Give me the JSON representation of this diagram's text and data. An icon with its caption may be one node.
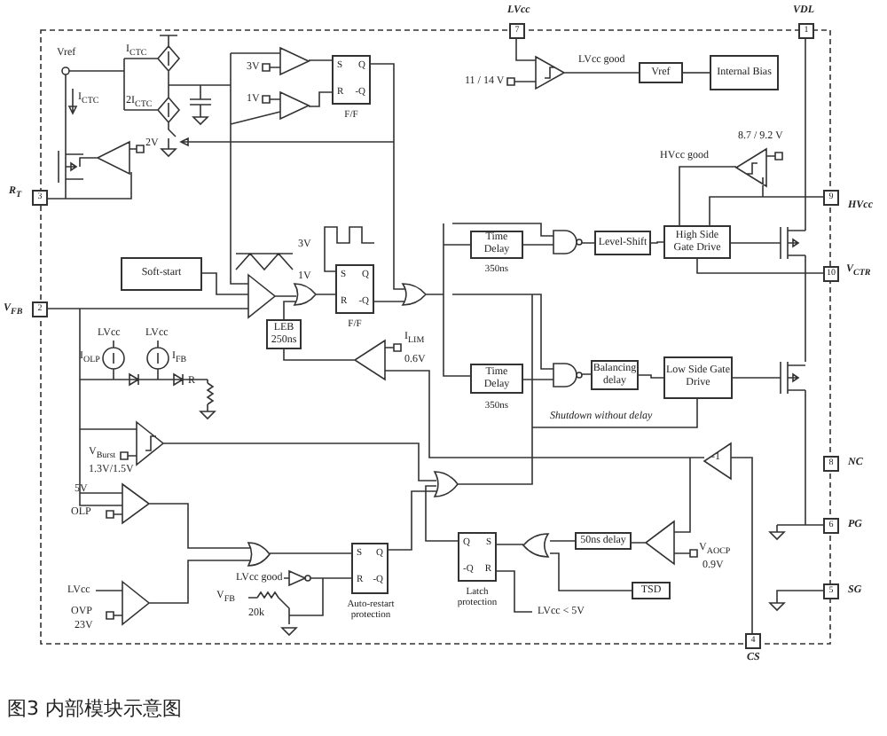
{
  "diagram": {
    "caption": "图3 内部模块示意图",
    "nodes": [
      {
        "text": [
          "S",
          "Q",
          "R",
          "-Q"
        ],
        "beside": [
          "F/F"
        ]
      },
      {
        "text": [
          "Vref"
        ]
      },
      {
        "text": [
          "Internal Bias"
        ]
      },
      {
        "text": [
          "Soft-start"
        ]
      },
      {
        "text": [
          "S",
          "Q",
          "R",
          "-Q"
        ],
        "beside": [
          "F/F"
        ]
      },
      {
        "text": [
          "Time Delay"
        ],
        "beside": [
          "350ns"
        ]
      },
      {
        "text": [
          "Level-Shift"
        ]
      },
      {
        "text": [
          "High Side Gate Drive"
        ]
      },
      {
        "text": [
          "LEB 250ns"
        ]
      },
      {
        "text": [
          "Time Delay"
        ],
        "beside": [
          "350ns"
        ]
      },
      {
        "text": [
          "Balancing delay"
        ]
      },
      {
        "text": [
          "Low Side Gate Drive"
        ]
      },
      {
        "text": [
          "50ns delay"
        ]
      },
      {
        "text": [
          "Q",
          "S",
          "-Q",
          "R"
        ],
        "beside": [
          "Latch protection"
        ]
      },
      {
        "text": [
          "S",
          "Q",
          "R",
          "-Q"
        ],
        "beside": [
          "Auto-restart protection"
        ]
      },
      {
        "text": [
          "TSD"
        ]
      }
    ],
    "edges": [
      {
        "from": 1,
        "to": 2,
        "arrow": "none"
      },
      {
        "from": 6,
        "to": 7,
        "arrow": "none"
      },
      {
        "from": 10,
        "to": 11,
        "arrow": "none"
      }
    ],
    "labels": [
      "LVcc",
      "7",
      "VDL",
      "1",
      "Vref",
      "I$_{CTC}$",
      "I$_{CTC}$",
      "2I$_{CTC}$",
      "3V",
      "1V",
      "2V",
      "11 / 14 V",
      "LVcc good",
      "8.7 / 9.2 V",
      "HVcc good",
      "R$_{T}$",
      "3",
      "3V",
      "1V",
      "V$_{FB}$",
      "2",
      "HVcc",
      "9",
      "V$_{CTR}$",
      "10",
      "LVcc",
      "LVcc",
      "I$_{OLP}$",
      "I$_{FB}$",
      "R",
      "I$_{LIM}$",
      "0.6V",
      "Shutdown without delay",
      "V$_{Burst}$",
      "1.3V/1.5V",
      "-1",
      "NC",
      "8",
      "5V",
      "OLP",
      "PG",
      "6",
      "LVcc",
      "OVP",
      "23V",
      "LVcc good",
      "V$_{FB}$",
      "20k",
      "V$_{AOCP}$",
      "0.9V",
      "SG",
      "5",
      "LVcc < 5V",
      "4",
      "CS"
    ]
  }
}
